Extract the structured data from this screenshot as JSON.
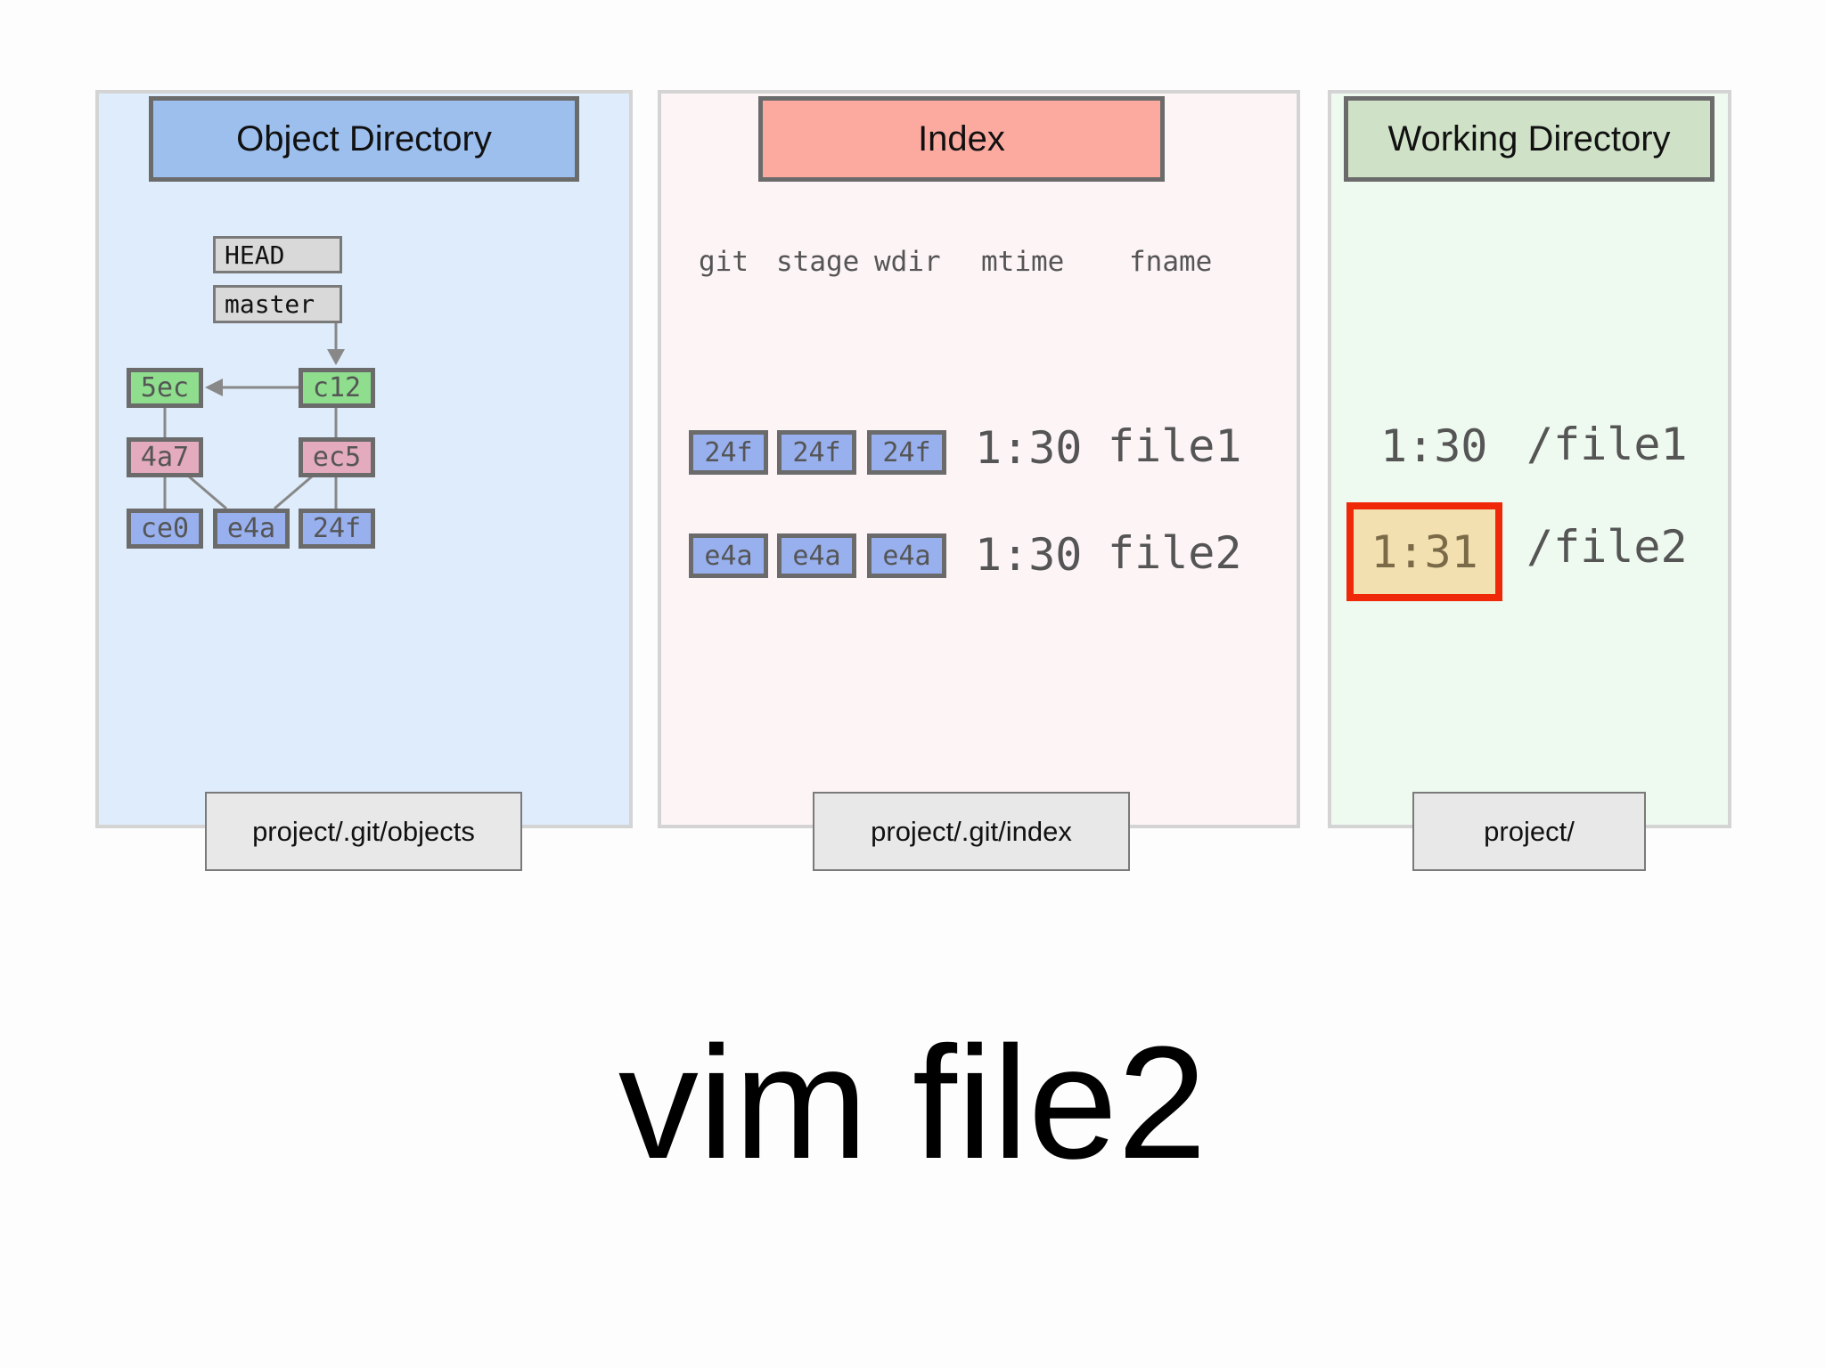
{
  "panels": {
    "objects": {
      "title": "Object Directory",
      "path": "project/.git/objects"
    },
    "index": {
      "title": "Index",
      "path": "project/.git/index"
    },
    "working": {
      "title": "Working Directory",
      "path": "project/"
    }
  },
  "diagram": {
    "refs": [
      "HEAD",
      "master"
    ],
    "commits": [
      "5ec",
      "c12"
    ],
    "trees": [
      "4a7",
      "ec5"
    ],
    "blobs": [
      "ce0",
      "e4a",
      "24f"
    ]
  },
  "index_table": {
    "headers": [
      "git",
      "stage",
      "wdir",
      "mtime",
      "fname"
    ],
    "rows": [
      {
        "git": "24f",
        "stage": "24f",
        "wdir": "24f",
        "mtime": "1:30",
        "fname": "file1"
      },
      {
        "git": "e4a",
        "stage": "e4a",
        "wdir": "e4a",
        "mtime": "1:30",
        "fname": "file2"
      }
    ]
  },
  "working_files": [
    {
      "mtime": "1:30",
      "name": "/file1",
      "highlighted": false
    },
    {
      "mtime": "1:31",
      "name": "/file2",
      "highlighted": true
    }
  ],
  "command": "vim file2",
  "colors": {
    "objects_bg": "#dfecfb",
    "index_bg": "#fdf4f6",
    "working_bg": "#eefaf0",
    "highlight": "#f0280a"
  }
}
